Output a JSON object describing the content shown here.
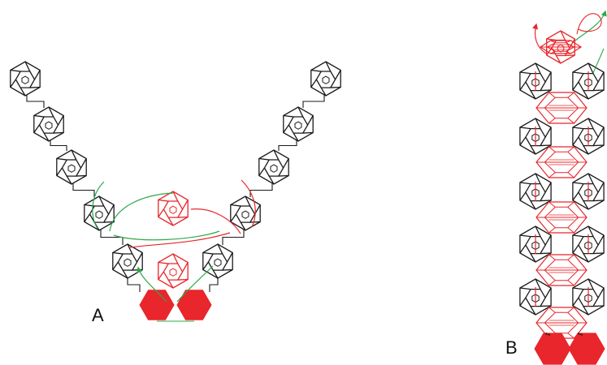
{
  "panels": [
    {
      "id": "A",
      "label": "A",
      "chain_length": 5
    },
    {
      "id": "B",
      "label": "B",
      "rows": 5
    }
  ],
  "colors": {
    "outline": "#1a1a1a",
    "highlight": "#e8262b",
    "arrow_green": "#2ea84a",
    "arrow_red": "#e8262b",
    "anchor_fill": "#e8262b",
    "background": "#ffffff"
  },
  "icons": {
    "cage": "polyhedral-cage-icon",
    "anchor": "hexagon-anchor-icon",
    "arrow": "curved-arrow-icon"
  }
}
